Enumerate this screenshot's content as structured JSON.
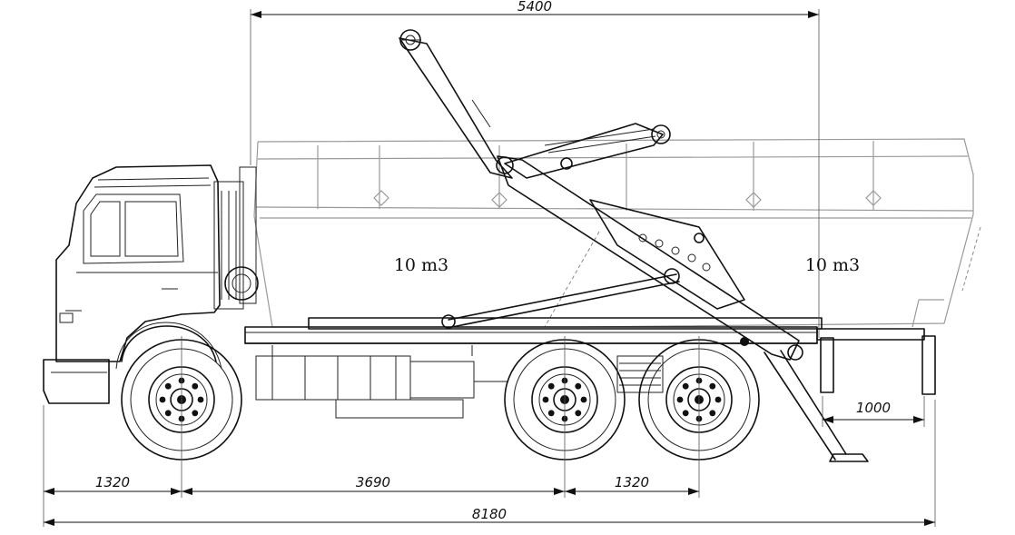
{
  "dimensions": {
    "top": "5400",
    "front_overhang": "1320",
    "wheelbase": "3690",
    "rear_axle_spacing": "1320",
    "rear_extension": "1000",
    "overall_length": "8180"
  },
  "container_volume_labels": [
    "10 m3",
    "10 m3"
  ],
  "colors": {
    "line": "#111111",
    "ghost": "#9a9a9a",
    "background": "#ffffff"
  }
}
